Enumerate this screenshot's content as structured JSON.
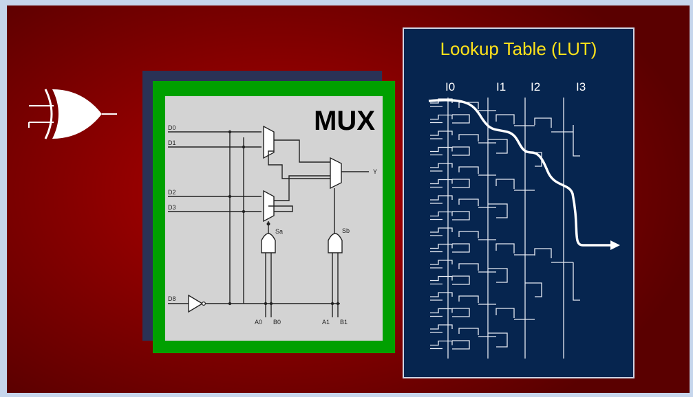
{
  "mux": {
    "title": "MUX",
    "inputs": [
      "D0",
      "D1",
      "D2",
      "D3"
    ],
    "output": "Y",
    "select_labels": [
      "Sa",
      "Sb"
    ],
    "enable": "D8",
    "bottom_labels": [
      "A0",
      "B0",
      "A1",
      "B1"
    ]
  },
  "lut": {
    "title": "Lookup Table (LUT)",
    "inputs": [
      "I0",
      "I1",
      "I2",
      "I3"
    ]
  },
  "colors": {
    "background": "#8a0000",
    "mux_border": "#00a000",
    "lut_panel": "#06254f",
    "lut_title": "#ffe21a"
  }
}
